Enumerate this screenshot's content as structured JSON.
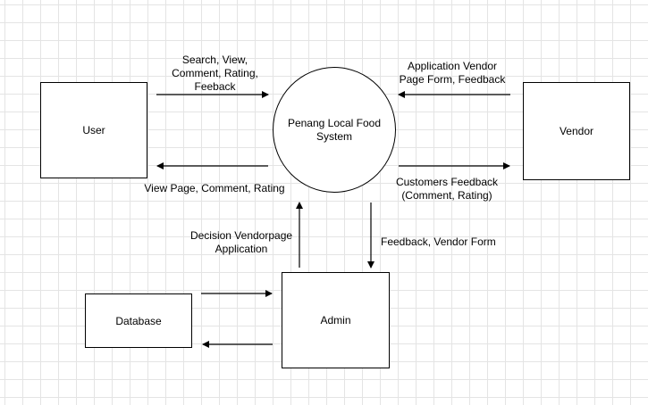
{
  "entities": {
    "user": "User",
    "vendor": "Vendor",
    "database": "Database",
    "admin": "Admin"
  },
  "process": {
    "name": "Penang Local Food\nSystem"
  },
  "flows": {
    "user_to_system": "Search, View,\nComment, Rating,\nFeeback",
    "system_to_user": "View Page, Comment, Rating",
    "vendor_to_system": "Application Vendor\nPage Form, Feedback",
    "system_to_vendor": "Customers Feedback\n(Comment, Rating)",
    "admin_to_system": "Decision Vendorpage\nApplication",
    "system_to_admin": "Feedback, Vendor Form"
  }
}
